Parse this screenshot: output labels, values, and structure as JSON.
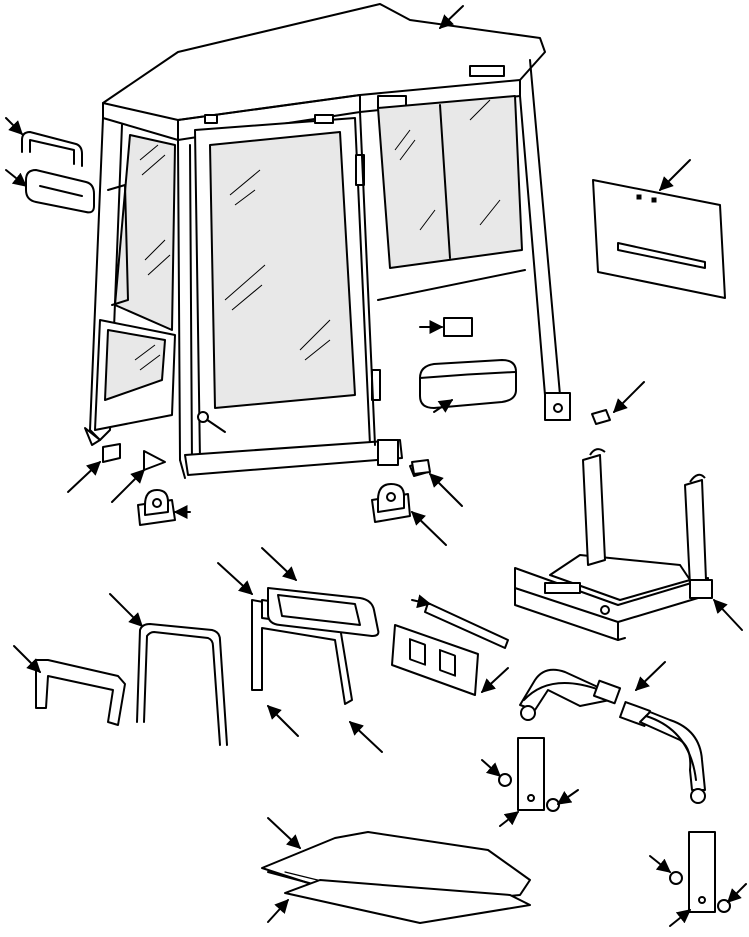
{
  "diagram": {
    "style": "exploded-view line drawing",
    "colors": {
      "line": "#000000",
      "background": "#ffffff"
    },
    "parts": [
      "cab-frame",
      "roof-panel",
      "grab-handle",
      "handle-cover",
      "rear-panel",
      "pad-plate",
      "armrest-pad",
      "stop-bumper",
      "wedge-block",
      "triangle-block",
      "mounting-bracket-left",
      "mounting-bracket-right",
      "bushing-right",
      "seat-frame",
      "side-bracket",
      "u-frame",
      "console-frame",
      "seal-gasket",
      "control-plate",
      "plate-bar",
      "seat-belt-strap",
      "belt-anchor-left",
      "belt-anchor-right",
      "floor-mat",
      "floor-plate"
    ]
  }
}
